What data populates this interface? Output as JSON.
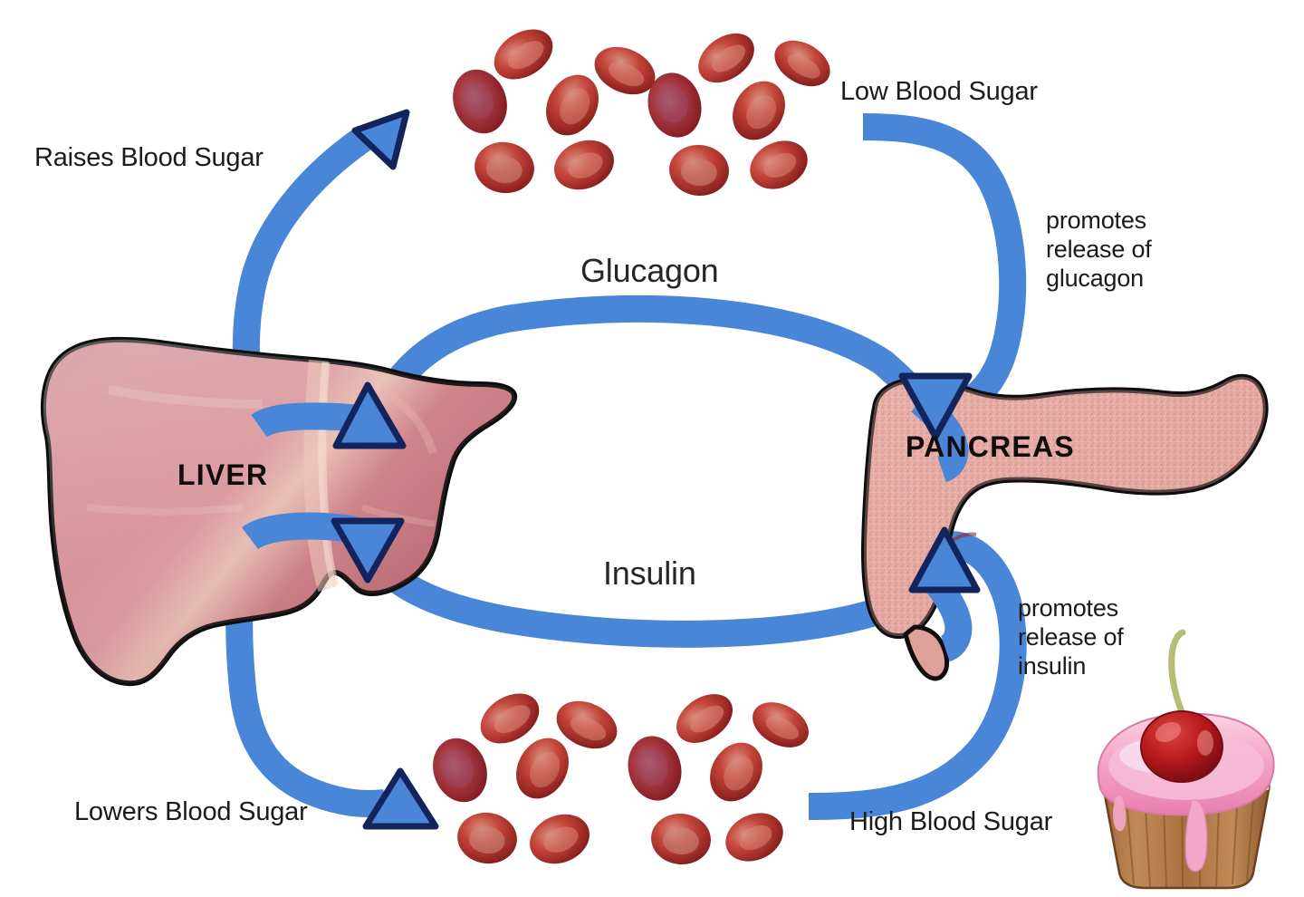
{
  "diagram": {
    "title": "Blood Sugar Regulation Feedback Loop",
    "background_color": "#ffffff",
    "flow_color": "#4a86d8",
    "flow_outline_color": "#13245c",
    "organs": {
      "liver": {
        "label": "LIVER",
        "fill_color": "#c9737f",
        "outline_color": "#0d0d0d"
      },
      "pancreas": {
        "label": "PANCREAS",
        "fill_color": "#e3a9a3",
        "outline_color": "#0d0d0d"
      }
    },
    "labels": {
      "raises_blood_sugar": "Raises Blood Sugar",
      "lowers_blood_sugar": "Lowers Blood Sugar",
      "low_blood_sugar": "Low Blood Sugar",
      "high_blood_sugar": "High Blood Sugar",
      "glucagon": "Glucagon",
      "insulin": "Insulin",
      "promotes_release_of_glucagon": "promotes\nrelease of\nglucagon",
      "promotes_release_of_insulin": "promotes\nrelease of\ninsulin"
    },
    "blood_cells": {
      "color_rim": "#8e2420",
      "color_body": "#c4453a",
      "color_center": "#d98b7c",
      "top_cluster_count": 12,
      "bottom_cluster_count": 12
    },
    "cupcake": {
      "frosting_color": "#f3a8c8",
      "wrapper_color": "#b5763f",
      "cherry_color": "#b3161b",
      "stem_color": "#b7bd72"
    },
    "arrowheads": [
      {
        "name": "raises-blood-sugar-arrow",
        "direction": "up-right"
      },
      {
        "name": "glucagon-into-liver-arrow",
        "direction": "up"
      },
      {
        "name": "glucagon-into-pancreas-arrow",
        "direction": "down"
      },
      {
        "name": "insulin-into-liver-arrow",
        "direction": "down"
      },
      {
        "name": "insulin-into-pancreas-arrow",
        "direction": "up"
      },
      {
        "name": "lowers-blood-sugar-arrow",
        "direction": "up"
      }
    ]
  }
}
